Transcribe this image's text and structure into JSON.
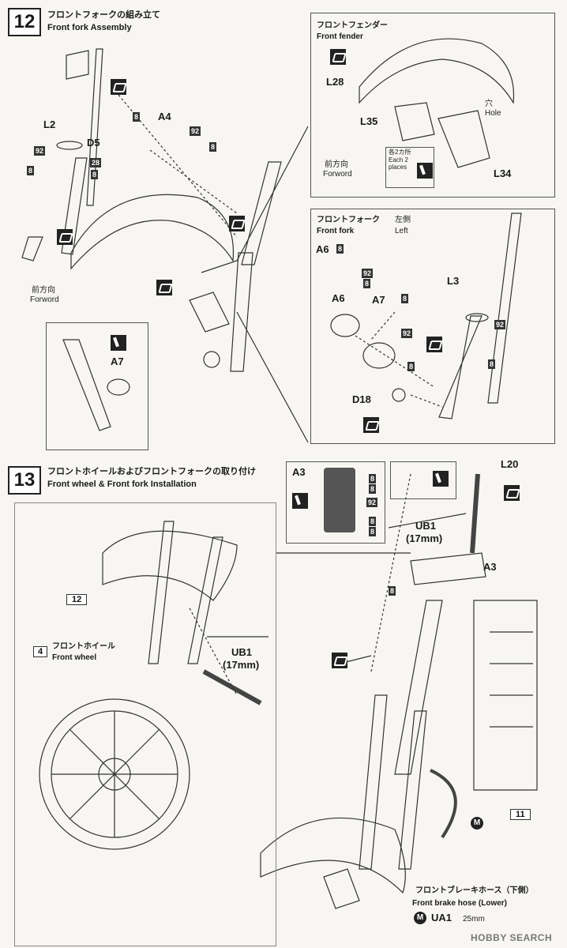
{
  "step12": {
    "number": "12",
    "title_jp": "フロントフォークの組み立て",
    "title_en": "Front fork Assembly",
    "parts": {
      "L2": "L2",
      "A4": "A4",
      "D5": "D5",
      "A7": "A7"
    },
    "paint": {
      "p8a": "8",
      "p92a": "92",
      "p8b": "8",
      "p92b": "92",
      "p8c": "8",
      "p28": "28",
      "p8d": "8"
    },
    "forward_jp": "前方向",
    "forward_en": "Forword",
    "fender_panel": {
      "title_jp": "フロントフェンダー",
      "title_en": "Front fender",
      "L28": "L28",
      "L35": "L35",
      "L34": "L34",
      "hole_jp": "穴",
      "hole_en": "Hole",
      "each_jp": "各2カ所",
      "each_en": "Each 2 places",
      "forward_jp": "前方向",
      "forward_en": "Forword"
    },
    "fork_panel": {
      "title_jp": "フロントフォーク",
      "title_en": "Front fork",
      "left_jp": "左側",
      "left_en": "Left",
      "A6a": "A6",
      "A6b": "A6",
      "A7": "A7",
      "L3": "L3",
      "D18": "D18",
      "p8": "8",
      "p92": "92",
      "p8b": "8",
      "p8c": "8",
      "p92c": "92",
      "p8d": "8",
      "p92d": "92",
      "p8e": "8"
    }
  },
  "step13": {
    "number": "13",
    "title_jp": "フロントホイールおよびフロントフォークの取り付け",
    "title_en": "Front wheel & Front fork Installation",
    "ref12": "12",
    "ref4": "4",
    "wheel_jp": "フロントホイール",
    "wheel_en": "Front wheel",
    "ub1_left": "UB1",
    "ub1_left_size": "(17mm)",
    "a3_panel": "A3",
    "a3_p8a": "8",
    "a3_p8b": "8",
    "a3_p92": "92",
    "a3_p8c": "8",
    "a3_p8d": "8",
    "L20": "L20",
    "ub1_right": "UB1",
    "ub1_right_size": "(17mm)",
    "A3": "A3",
    "p8": "8",
    "ref11": "11",
    "m_label": "M",
    "hose_jp": "フロントブレーキホース（下側）",
    "hose_en": "Front brake hose (Lower)",
    "ua1_m": "M",
    "ua1": "UA1",
    "ua1_size": "25mm"
  },
  "watermark": "HOBBY SEARCH"
}
